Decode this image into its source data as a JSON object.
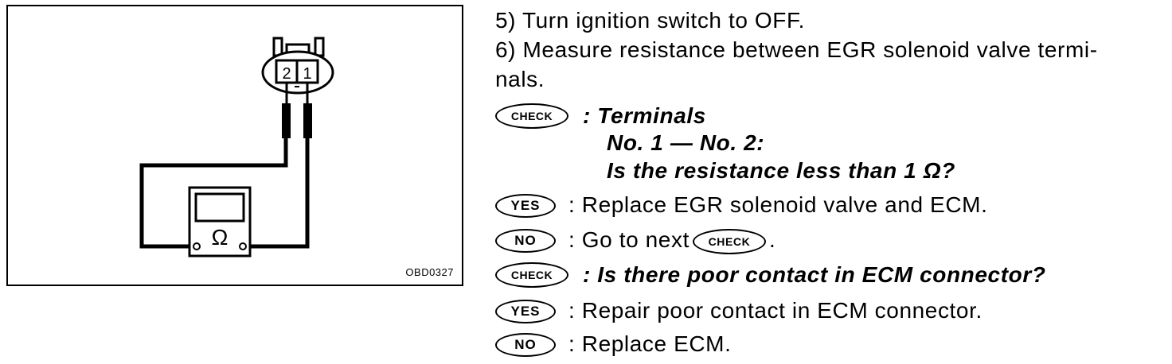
{
  "figure": {
    "code": "OBD0327",
    "connector_pin_left": "2",
    "connector_pin_right": "1",
    "meter_symbol": "Ω"
  },
  "steps": {
    "step5": "5)  Turn ignition switch to OFF.",
    "step6_line1": "6)  Measure resistance between EGR solenoid valve termi-",
    "step6_line2": "nals."
  },
  "badges": {
    "check": "CHECK",
    "yes": "YES",
    "no": "NO"
  },
  "check1": {
    "line1": ":  Terminals",
    "line2": "No. 1 — No. 2:",
    "line3": "Is the resistance less than 1 Ω?"
  },
  "yes1": ":  Replace EGR solenoid valve and ECM.",
  "no1": {
    "prefix": ":  Go to next",
    "suffix": "."
  },
  "check2": ":  Is there poor contact in ECM connector?",
  "yes2": ":  Repair poor contact in ECM connector.",
  "no2": ":  Replace ECM."
}
